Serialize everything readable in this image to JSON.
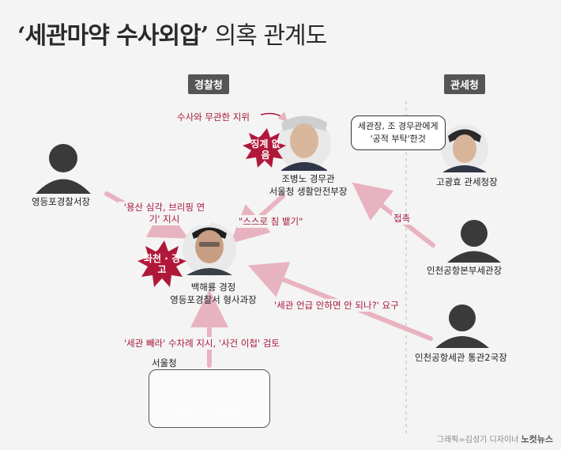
{
  "title": {
    "quote_open": "‘",
    "main": "세관마약 수사외압",
    "quote_close": "’",
    "rest": " 의혹 관계도"
  },
  "sections": {
    "police": "경찰청",
    "customs": "관세청"
  },
  "people": {
    "jo": {
      "line1": "조병노 경무관",
      "line2": "서울청 생활안전부장"
    },
    "baek": {
      "line1": "백해룡 경정",
      "line2": "영등포경찰서 형사과장"
    },
    "yeongdeungpo_chief": "영등포경찰서장",
    "go": "고광효 관세청장",
    "incheon_vice": "인천공항본부세관장",
    "incheon_director": "인천공항세관 통관2국장",
    "seoul_label": "서울청",
    "seoul_manager": "과장",
    "seoul_team": "계장"
  },
  "bursts": {
    "jo": "징계 없음",
    "baek": "좌천 · 경고"
  },
  "arrows": {
    "jo_note": "수사와 무관한 지위",
    "chief_to_baek": "'용산 심각, 브리핑 연기' 지시",
    "jo_to_baek": "\"스스로 침 뱉기\"",
    "contact": "접촉",
    "director_to_baek": "'세관 언급 안하면 안 되나?' 요구",
    "seoul_to_baek": "'세관 빼라' 수차례 지시, '사건 이첩' 검토"
  },
  "callout": {
    "line1": "세관장, 조 경무관에게",
    "line2": "'공적 부탁'한것"
  },
  "credit": {
    "text": "그래픽=김성기 디자이너",
    "brand": "노컷뉴스"
  },
  "colors": {
    "arrow": "#e8b3c0",
    "accent": "#a6173a",
    "burst": "#b0183a"
  }
}
